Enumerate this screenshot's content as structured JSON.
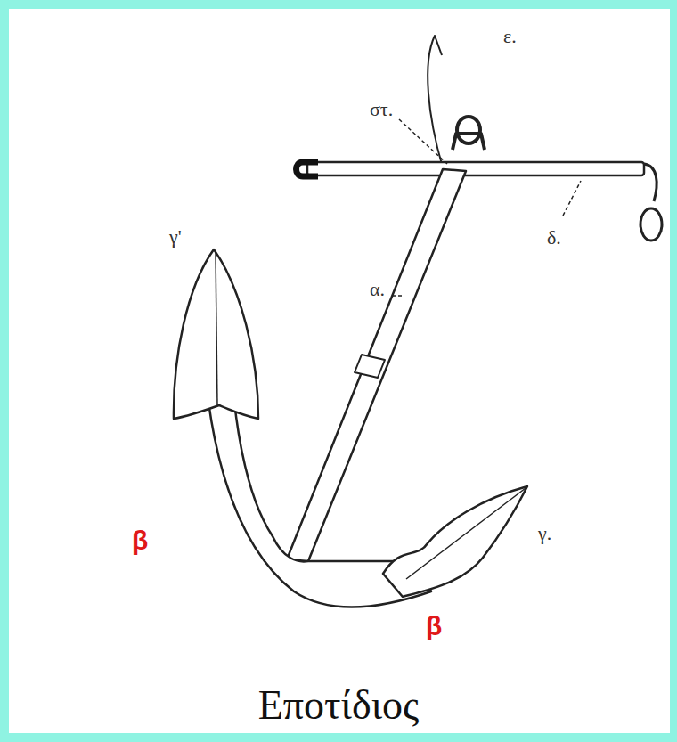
{
  "diagram": {
    "caption": "Εποτίδιος",
    "labels": [
      "στ.",
      "ε.",
      "δ.",
      "γ'",
      "α.",
      "γ.",
      "β",
      "β"
    ]
  }
}
